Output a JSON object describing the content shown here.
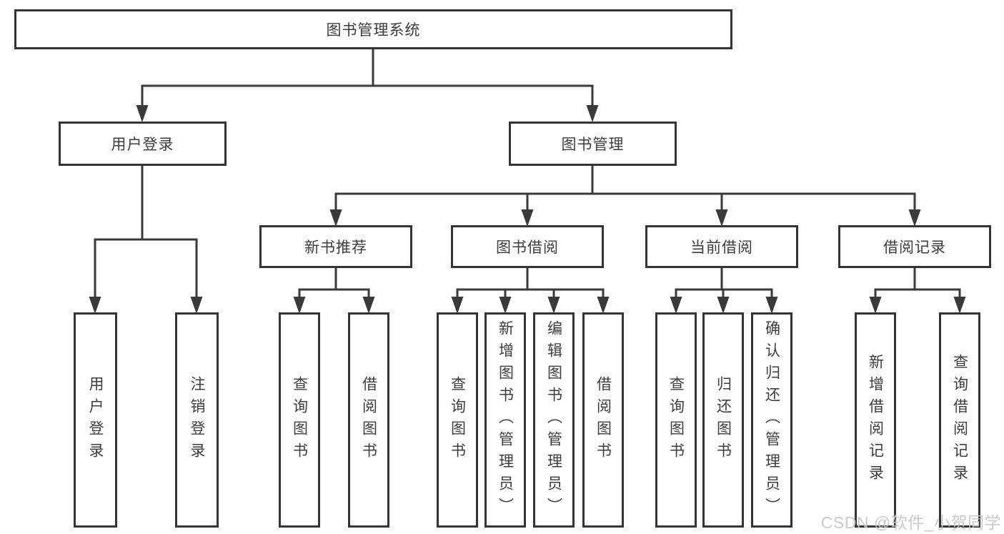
{
  "diagram": {
    "root": {
      "label": "图书管理系统"
    },
    "level2": [
      {
        "label": "用户登录"
      },
      {
        "label": "图书管理"
      }
    ],
    "level3": [
      {
        "label": "新书推荐"
      },
      {
        "label": "图书借阅"
      },
      {
        "label": "当前借阅"
      },
      {
        "label": "借阅记录"
      }
    ],
    "leaves": [
      {
        "label": "用户登录"
      },
      {
        "label": "注销登录"
      },
      {
        "label": "查询图书"
      },
      {
        "label": "借阅图书"
      },
      {
        "label": "查询图书"
      },
      {
        "label": "新增图书（管理员）"
      },
      {
        "label": "编辑图书（管理员）"
      },
      {
        "label": "借阅图书"
      },
      {
        "label": "查询图书"
      },
      {
        "label": "归还图书"
      },
      {
        "label": "确认归还（管理员）"
      },
      {
        "label": "新增借阅记录"
      },
      {
        "label": "查询借阅记录"
      }
    ]
  },
  "watermark": {
    "text": "CSDN @软件_小贺同学"
  },
  "colors": {
    "line": "#3a3a3a",
    "text": "#3d3d3d",
    "border": "#343434",
    "watermark": "#c5c5c5",
    "background": "#ffffff"
  }
}
